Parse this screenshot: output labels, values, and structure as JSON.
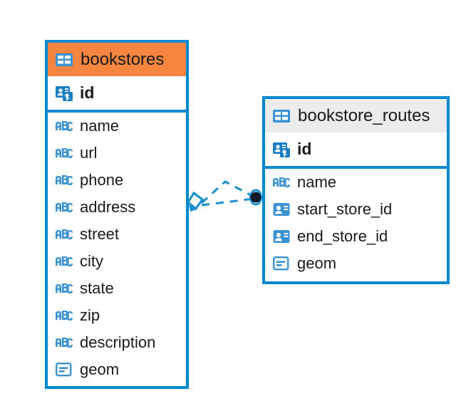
{
  "diagram": {
    "type": "entity-relationship-diagram",
    "colors": {
      "border_blue": "#0089cf",
      "header_orange": "#f5853f",
      "header_gray": "#ececec",
      "icon_blue": "#3a92d2",
      "text": "#1a1a1a",
      "endpoint_dark": "#111827"
    },
    "tables": [
      {
        "id": "bookstores",
        "name": "bookstores",
        "header_style": "orange",
        "table_icon": "table-grid-icon",
        "fields": [
          {
            "name": "id",
            "key": "primary",
            "icon": "primary-key-id-card-icon",
            "type_label": "PK"
          },
          {
            "name": "name",
            "key": "none",
            "icon": "abc-text-icon",
            "type_label": "ABC"
          },
          {
            "name": "url",
            "key": "none",
            "icon": "abc-text-icon",
            "type_label": "ABC"
          },
          {
            "name": "phone",
            "key": "none",
            "icon": "abc-text-icon",
            "type_label": "ABC"
          },
          {
            "name": "address",
            "key": "none",
            "icon": "abc-text-icon",
            "type_label": "ABC"
          },
          {
            "name": "street",
            "key": "none",
            "icon": "abc-text-icon",
            "type_label": "ABC"
          },
          {
            "name": "city",
            "key": "none",
            "icon": "abc-text-icon",
            "type_label": "ABC"
          },
          {
            "name": "state",
            "key": "none",
            "icon": "abc-text-icon",
            "type_label": "ABC"
          },
          {
            "name": "zip",
            "key": "none",
            "icon": "abc-text-icon",
            "type_label": "ABC"
          },
          {
            "name": "description",
            "key": "none",
            "icon": "abc-text-icon",
            "type_label": "ABC"
          },
          {
            "name": "geom",
            "key": "none",
            "icon": "geometry-icon",
            "type_label": "GEOM"
          }
        ]
      },
      {
        "id": "bookstore_routes",
        "name": "bookstore_routes",
        "header_style": "gray",
        "table_icon": "table-grid-icon",
        "fields": [
          {
            "name": "id",
            "key": "primary",
            "icon": "primary-key-id-card-icon",
            "type_label": "PK"
          },
          {
            "name": "name",
            "key": "none",
            "icon": "abc-text-icon",
            "type_label": "ABC"
          },
          {
            "name": "start_store_id",
            "key": "foreign",
            "icon": "foreign-key-id-card-icon",
            "type_label": "FK"
          },
          {
            "name": "end_store_id",
            "key": "foreign",
            "icon": "foreign-key-id-card-icon",
            "type_label": "FK"
          },
          {
            "name": "geom",
            "key": "none",
            "icon": "geometry-icon",
            "type_label": "GEOM"
          }
        ]
      }
    ],
    "relationship": {
      "from_table": "bookstores",
      "to_table": "bookstore_routes",
      "from_endpoint_icon": "diamond-endpoint-icon",
      "to_endpoint_icon": "circle-endpoint-icon",
      "line_style": "dashed"
    }
  }
}
